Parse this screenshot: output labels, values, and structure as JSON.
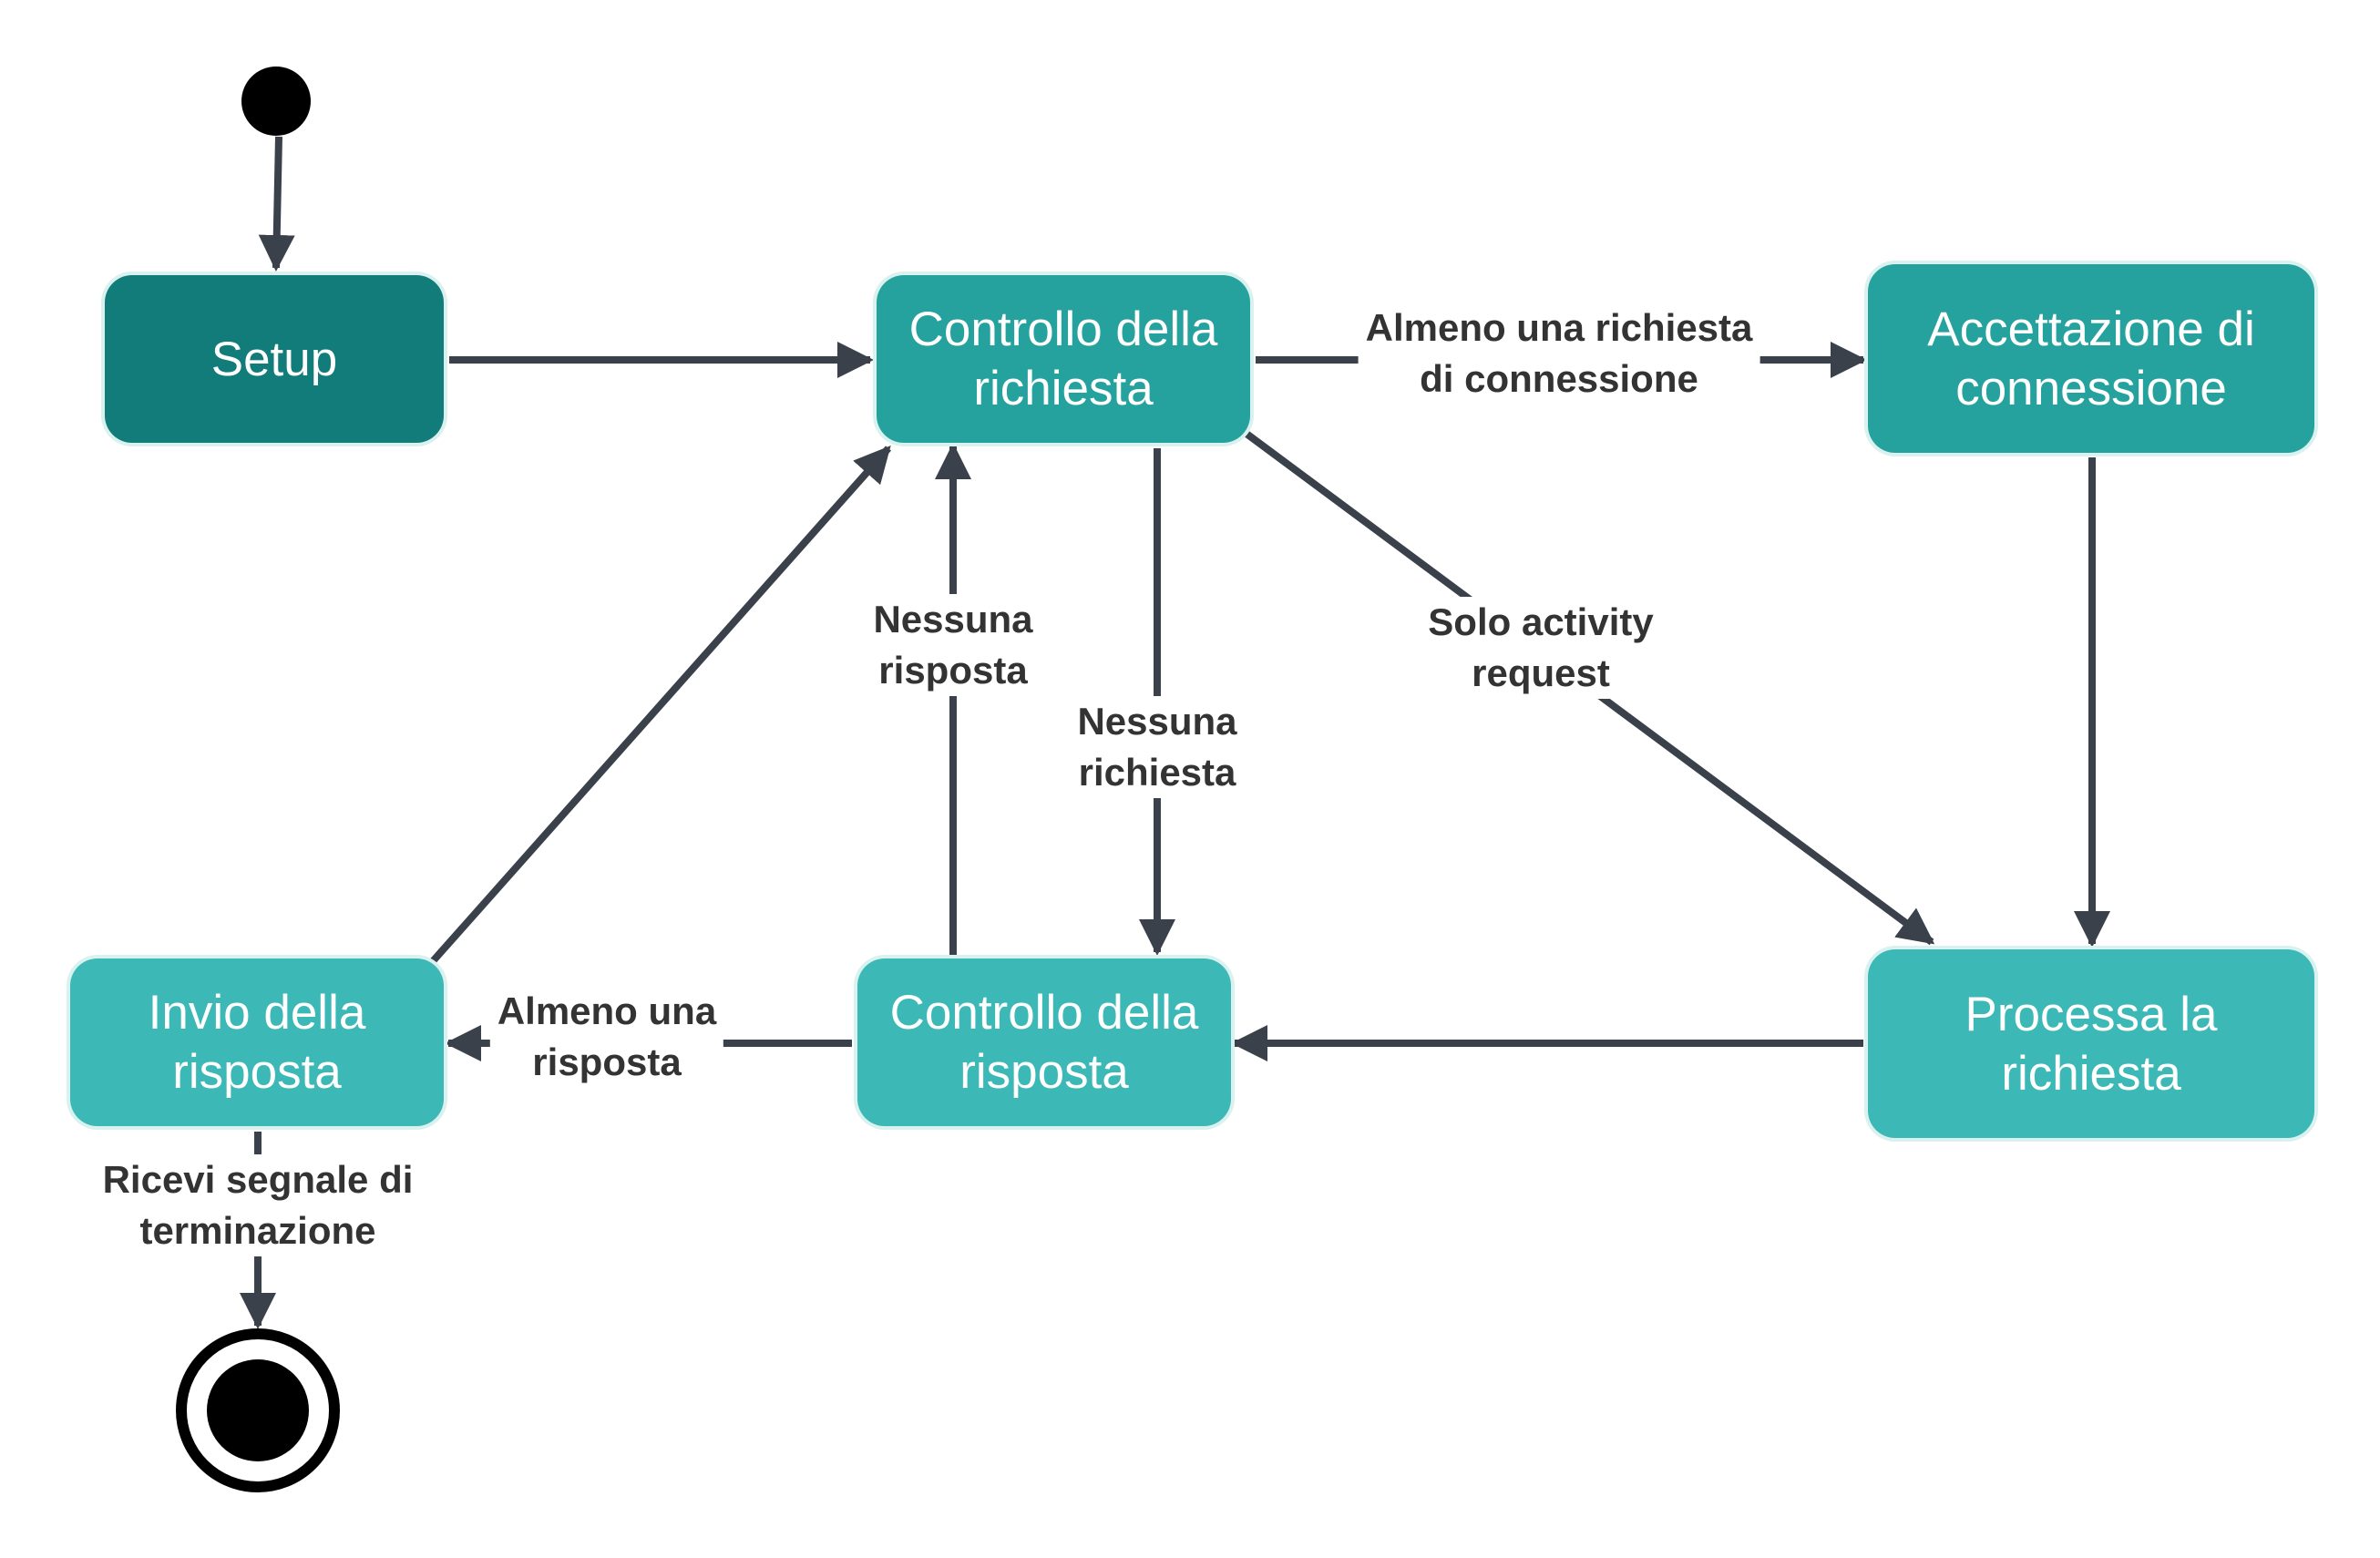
{
  "colors": {
    "setup": "#117c79",
    "primary": "#26a29e",
    "light": "#3cb8b6",
    "edge": "#3a414b",
    "text_dark": "#333333",
    "node_text": "#ffffff"
  },
  "nodes": {
    "setup": {
      "label": "Setup"
    },
    "controllo_richiesta": {
      "label": "Controllo della\nrichiesta"
    },
    "accettazione": {
      "label": "Accettazione di\nconnessione"
    },
    "processa": {
      "label": "Processa la\nrichiesta"
    },
    "controllo_risposta": {
      "label": "Controllo della\nrisposta"
    },
    "invio": {
      "label": "Invio della\nrisposta"
    }
  },
  "edges": {
    "almeno_richiesta": "Almeno una richiesta\ndi connessione",
    "nessuna_risposta": "Nessuna\nrisposta",
    "nessuna_richiesta": "Nessuna\nrichiesta",
    "solo_activity": "Solo activity\nrequest",
    "almeno_risposta": "Almeno una\nrisposta",
    "ricevi_segnale": "Ricevi segnale di\nterminazione"
  }
}
